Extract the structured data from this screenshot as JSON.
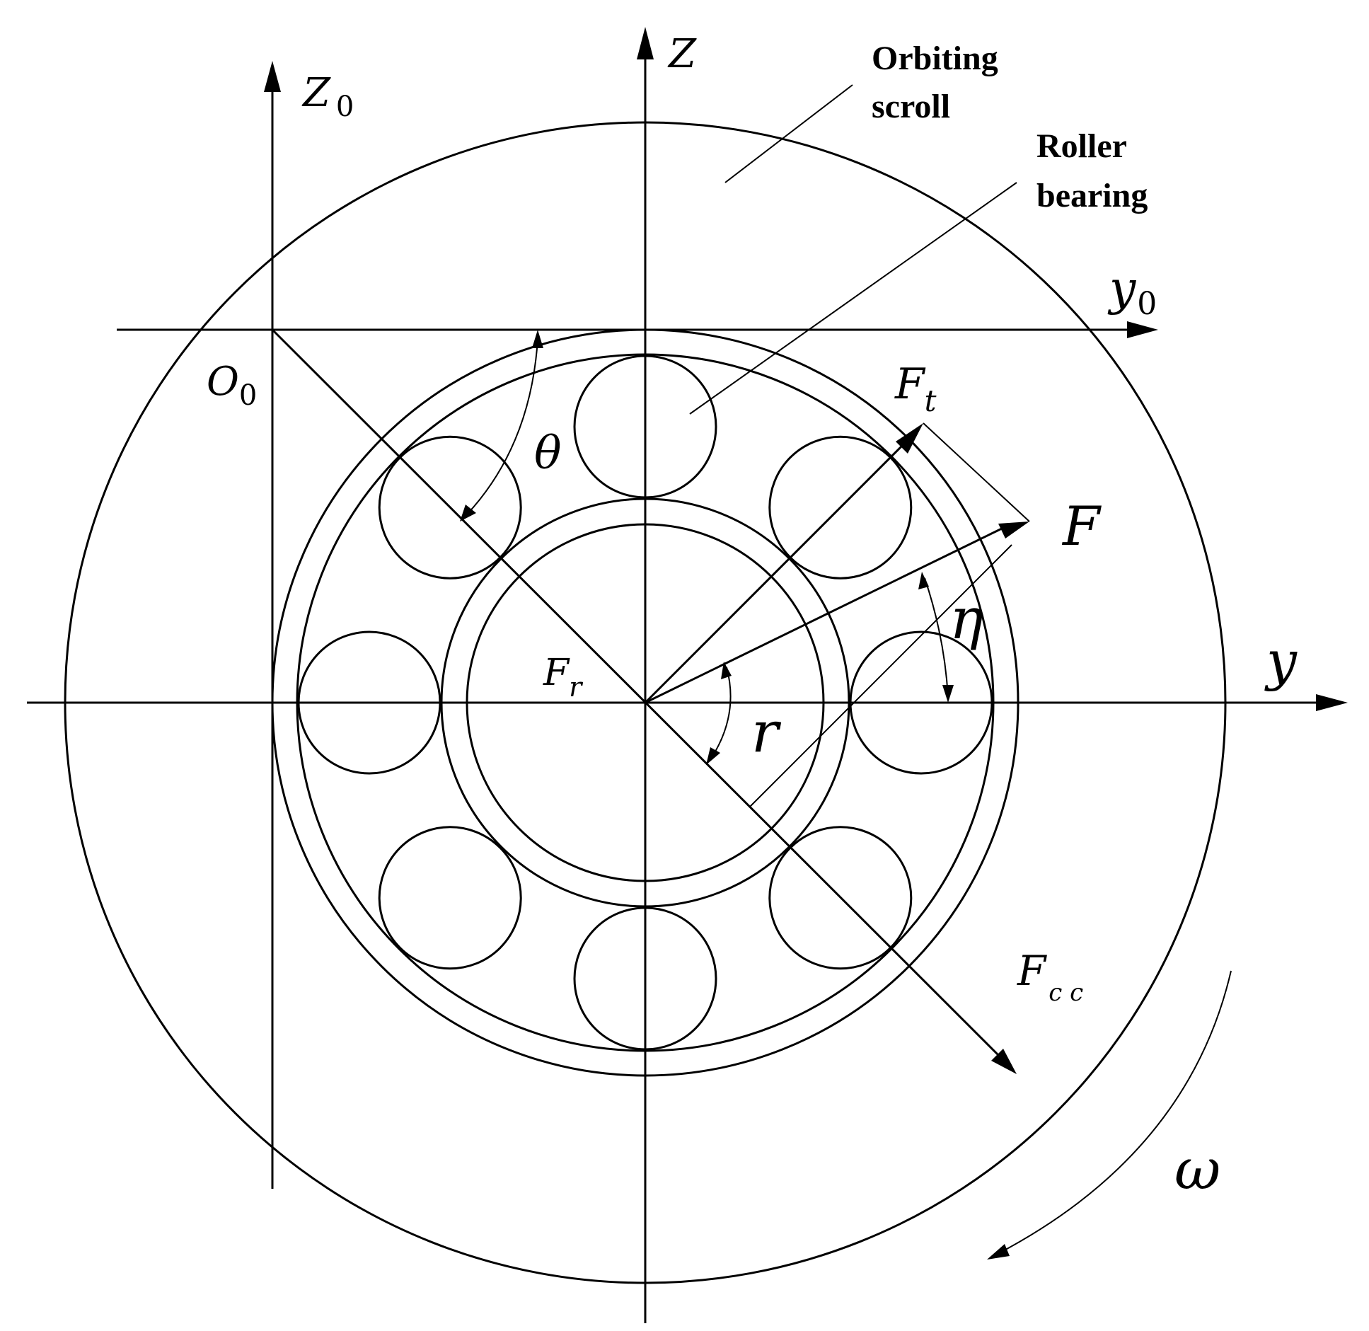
{
  "labels": {
    "axis_z": "Z",
    "axis_z0_letter": "Z",
    "axis_z0_sub": "0",
    "axis_y": "y",
    "axis_y0_letter": "y",
    "axis_y0_sub": "0",
    "origin_letter": "O",
    "origin_sub": "0",
    "theta": "θ",
    "eta": "η",
    "omega": "ω",
    "r": "r",
    "force_F": "F",
    "force_Ft_letter": "F",
    "force_Ft_sub": "t",
    "force_Fr_letter": "F",
    "force_Fr_sub": "r",
    "force_Fcc_letter": "F",
    "force_Fcc_sub": "c c"
  },
  "callouts": {
    "orbiting_scroll_line1": "Orbiting",
    "orbiting_scroll_line2": "scroll",
    "roller_bearing_line1": "Roller",
    "roller_bearing_line2": "bearing"
  },
  "rollers": {
    "count": 8
  }
}
